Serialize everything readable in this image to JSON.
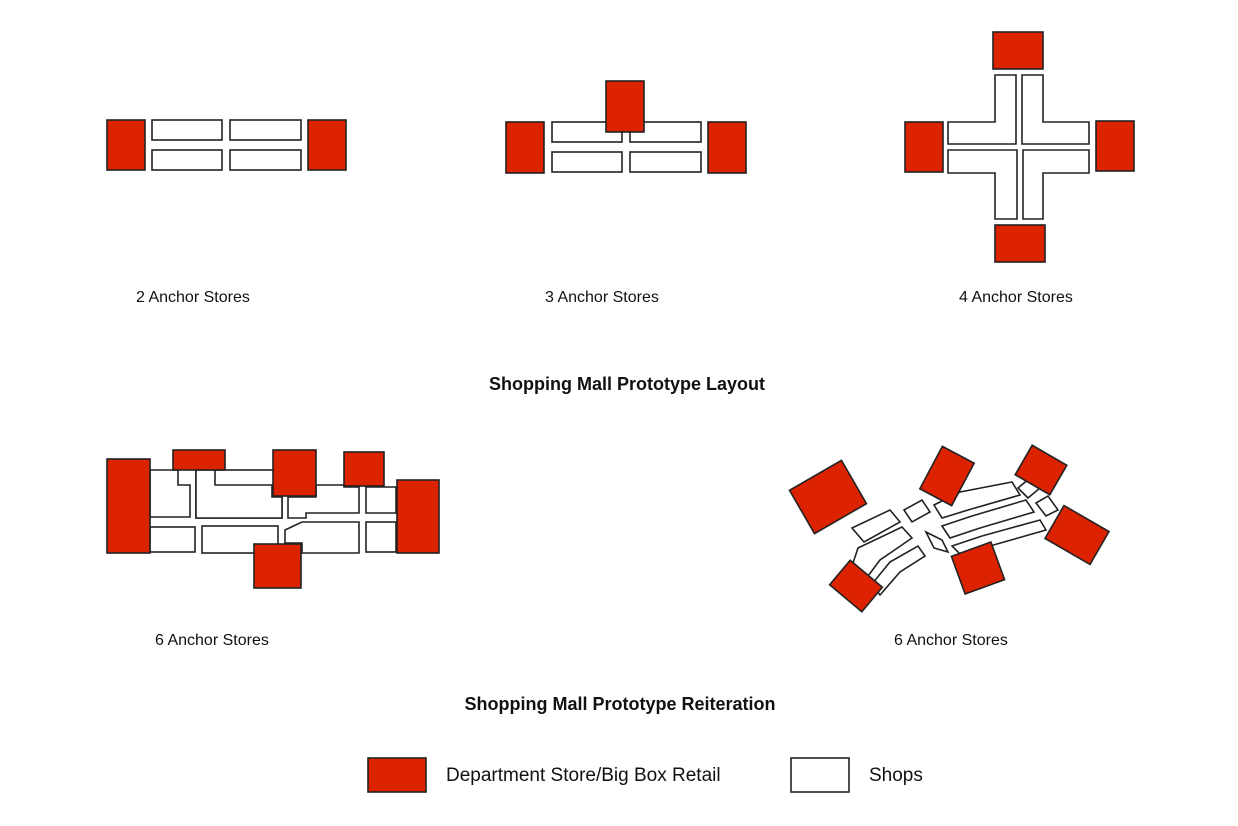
{
  "colors": {
    "anchor": "#dd2200",
    "shop": "#ffffff",
    "outline": "#222222"
  },
  "layouts": {
    "two_anchor_label": "2  Anchor Stores",
    "three_anchor_label": "3  Anchor Stores",
    "four_anchor_label": "4  Anchor Stores",
    "title": "Shopping Mall Prototype Layout"
  },
  "reiterations": {
    "six_anchor_grid_label": "6 Anchor Stores",
    "six_anchor_angled_label": "6  Anchor Stores",
    "title": "Shopping Mall Prototype Reiteration"
  },
  "legend": {
    "anchor_label": "Department Store/Big Box Retail",
    "shop_label": "Shops"
  }
}
